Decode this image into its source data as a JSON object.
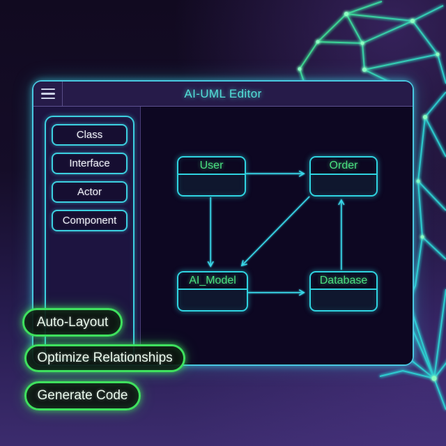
{
  "window": {
    "title": "AI-UML Editor"
  },
  "sidebar": {
    "items": [
      {
        "label": "Class"
      },
      {
        "label": "Interface"
      },
      {
        "label": "Actor"
      },
      {
        "label": "Component"
      }
    ]
  },
  "canvas": {
    "nodes": [
      {
        "id": "user",
        "label": "User"
      },
      {
        "id": "order",
        "label": "Order"
      },
      {
        "id": "ai_model",
        "label": "AI_Model"
      },
      {
        "id": "database",
        "label": "Database"
      }
    ],
    "edges": [
      {
        "from": "User",
        "to": "Order"
      },
      {
        "from": "User",
        "to": "AI_Model"
      },
      {
        "from": "Order",
        "to": "AI_Model"
      },
      {
        "from": "AI_Model",
        "to": "Database"
      },
      {
        "from": "Database",
        "to": "Order"
      }
    ]
  },
  "actions": [
    {
      "label": "Auto-Layout"
    },
    {
      "label": "Optimize Relationships"
    },
    {
      "label": "Generate Code"
    }
  ],
  "colors": {
    "accent_cyan": "#3bd3e6",
    "accent_green": "#3fe15e",
    "node_label_green": "#4ade80",
    "title_cyan": "#52e0d8"
  }
}
